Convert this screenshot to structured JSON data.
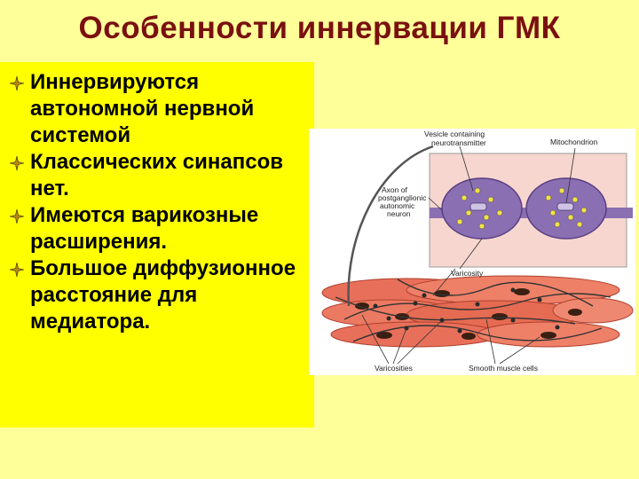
{
  "slide": {
    "title": "Особенности иннервации ГМК"
  },
  "bullets": [
    "Иннервируются автономной нервной системой",
    "Классических синапсов нет.",
    "Имеются варикозные расширения.",
    "Большое диффузионное расстояние для медиатора."
  ],
  "figure": {
    "labels": {
      "vesicle": [
        "Vesicle containing",
        "neurotransmitter"
      ],
      "mitochondrion": "Mitochondrion",
      "axon": [
        "Axon of",
        "postganglionic",
        "autonomic",
        "neuron"
      ],
      "varicosity": "Varicosity",
      "varicosities": "Varicosities",
      "smooth_muscle": "Smooth muscle cells"
    }
  },
  "colors": {
    "background": "#ffff99",
    "panel": "#ffff00",
    "title": "#7a1010",
    "varicosity": "#8a6fb3",
    "muscle": "#e8705a"
  }
}
